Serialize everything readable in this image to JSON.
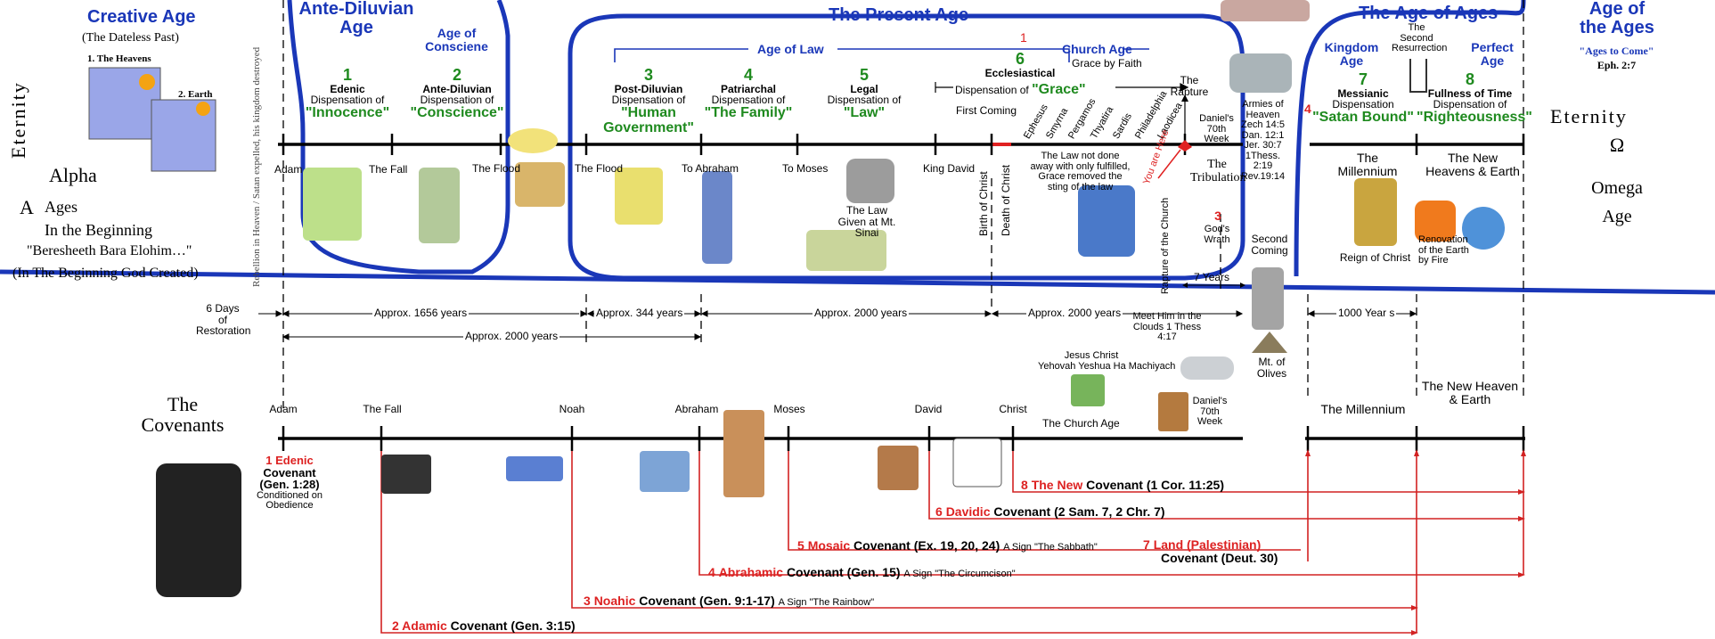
{
  "eternity_left": {
    "eternity": "Eternity",
    "creative_age": "Creative Age",
    "dateless_past": "(The Dateless Past)",
    "heavens": "1. The Heavens",
    "earth": "2. Earth",
    "alpha": "Alpha",
    "ages": "Ages",
    "in_the_beginning": "In the Beginning",
    "bara": "\"Beresheeth Bara Elohim…\"",
    "god_created": "(In The Beginning God Created)",
    "rebellion": "Rebellion in Heaven / Satan expelled, his kingdom destroyed",
    "six_days": "6 Days",
    "of": "of",
    "restoration": "Restoration"
  },
  "ante_diluvian": {
    "title_1": "Ante-Diluvian",
    "title_2": "Age",
    "conscience_age_1": "Age of",
    "conscience_age_2": "Consciene",
    "d1_num": "1",
    "d1_name": "Edenic",
    "d1_label": "Dispensation of",
    "d1_value": "\"Innocence\"",
    "d2_num": "2",
    "d2_name": "Ante-Diluvian",
    "d2_label": "Dispensation of",
    "d2_value": "\"Conscience\"",
    "adam": "Adam",
    "the_fall": "The Fall",
    "the_flood": "The Flood"
  },
  "present_age": {
    "title": "The Present Age",
    "age_of_law": "Age of Law",
    "church_age": "Church Age",
    "grace_by_faith": "Grace by Faith",
    "d3_num": "3",
    "d3_name": "Post-Diluvian",
    "d3_label": "Dispensation of",
    "d3_value_1": "\"Human",
    "d3_value_2": "Government\"",
    "d4_num": "4",
    "d4_name": "Patriarchal",
    "d4_label": "Dispensation of",
    "d4_value": "\"The Family\"",
    "d5_num": "5",
    "d5_name": "Legal",
    "d5_label": "Dispensation of",
    "d5_value": "\"Law\"",
    "d6_num": "6",
    "d6_name": "Ecclesiastical",
    "d6_label": "Dispensation of",
    "d6_value": "\"Grace\"",
    "the_flood": "The Flood",
    "to_abraham": "To Abraham",
    "to_moses": "To Moses",
    "king_david": "King David",
    "first_coming": "First Coming",
    "birth_of_christ": "Birth of Christ",
    "death_of_christ": "Death of Christ",
    "law_given": "The Law Given at Mt. Sinai",
    "law_not_done": "The Law not done away with only fulfilled, Grace removed the sting of the law",
    "churches": [
      "Ephesus",
      "Smyrna",
      "Pergamos",
      "Thyatira",
      "Sardis",
      "Philadelphia",
      "Laodicea"
    ],
    "you_are_here": "You are Here",
    "rapture_of_church": "Rapture of the Church",
    "the_rapture": "The Rapture",
    "daniels_70th": "Daniel's 70th Week",
    "tribulation": "The Tribulation",
    "gods_wrath_num": "3",
    "gods_wrath": "God's Wrath",
    "seven_years": "7 Years",
    "num_1": "1"
  },
  "center": {
    "armies": "Armies of Heaven Zech 14:5 Dan. 12:1 Jer. 30:7 1Thess. 2:19 Rev.19:14",
    "second_coming": "Second Coming",
    "mt_of_olives": "Mt. of Olives",
    "meet_him": "Meet Him in the Clouds 1 Thess 4:17",
    "jesus_christ": "Jesus Christ",
    "yehovah": "Yehovah Yeshua Ha Machiyach",
    "church_age": "The Church Age",
    "daniels_70th": "Daniel's 70th Week"
  },
  "age_of_ages": {
    "title": "The Age of Ages",
    "kingdom_age_1": "Kingdom",
    "kingdom_age_2": "Age",
    "second_resurrection": "The Second Resurrection",
    "perfect_age_1": "Perfect",
    "perfect_age_2": "Age",
    "d7_num": "7",
    "d7_name": "Messianic",
    "d7_label": "Dispensation",
    "d7_value": "\"Satan Bound\"",
    "d8_num": "8",
    "d8_name": "Fullness of Time",
    "d8_label": "Dispensation of",
    "d8_value": "\"Righteousness\"",
    "num_4": "4",
    "the_millennium": "The Millennium",
    "reign_of_christ": "Reign of Christ",
    "new_heavens": "The New Heavens & Earth",
    "renovation": "Renovation of the Earth by Fire"
  },
  "eternity_right": {
    "age_of_the_ages_1": "Age of",
    "age_of_the_ages_2": "the Ages",
    "ages_to_come": "\"Ages to Come\"",
    "eph": "Eph. 2:7",
    "eternity": "Eternity",
    "omega_symbol": "Ω",
    "omega": "Omega",
    "age": "Age"
  },
  "spans": {
    "s1656": "Approx. 1656 years",
    "s344": "Approx. 344 years",
    "s2000a": "Approx. 2000 years",
    "s2000b": "Approx. 2000 years",
    "s2000c": "Approx. 2000 years",
    "s1000": "1000 Year s"
  },
  "covenants": {
    "title_1": "The",
    "title_2": "Covenants",
    "points": [
      "Adam",
      "The Fall",
      "Noah",
      "Abraham",
      "Moses",
      "David",
      "Christ"
    ],
    "millennium": "The Millennium",
    "new_heaven": "The New Heaven & Earth",
    "c1_num": "1",
    "c1_name": "Edenic",
    "c1_word": "Covenant",
    "c1_ref": "(Gen. 1:28)",
    "c1_cond": "Conditioned on Obedience",
    "c8": {
      "num": "8",
      "name": "The New",
      "rest": "Covenant (1 Cor. 11:25)"
    },
    "c6": {
      "num": "6",
      "name": "Davidic",
      "rest": "Covenant (2 Sam. 7, 2 Chr. 7)"
    },
    "c5": {
      "num": "5",
      "name": "Mosaic",
      "rest": "Covenant (Ex. 19, 20, 24)",
      "sign": "A Sign \"The Sabbath\""
    },
    "c7": {
      "num": "7",
      "name": "Land (Palestinian)",
      "rest": "Covenant (Deut. 30)"
    },
    "c4": {
      "num": "4",
      "name": "Abrahamic",
      "rest": "Covenant (Gen. 15)",
      "sign": "A Sign \"The Circumcison\""
    },
    "c3": {
      "num": "3",
      "name": "Noahic",
      "rest": "Covenant (Gen. 9:1-17)",
      "sign": "A Sign \"The Rainbow\""
    },
    "c2": {
      "num": "2",
      "name": "Adamic",
      "rest": "Covenant (Gen. 3:15)"
    }
  },
  "colors": {
    "blue": "#1a37b8",
    "green": "#1f8a1f",
    "red": "#d22222",
    "line": "#000000"
  }
}
